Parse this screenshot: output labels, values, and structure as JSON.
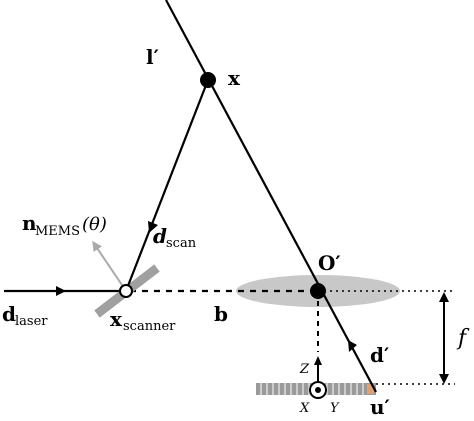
{
  "labels": {
    "l_prime": "l′",
    "x": "x",
    "n_mems_main": "n",
    "n_mems_sub": "MEMS",
    "n_mems_arg": "(θ)",
    "d_scan_main": "d",
    "d_scan_sub": "scan",
    "o_prime": "O′",
    "d_laser_main": "d",
    "d_laser_sub": "laser",
    "x_scanner_main": "x",
    "x_scanner_sub": "scanner",
    "b": "b",
    "f": "f",
    "d_prime": "d′",
    "u_prime": "u′",
    "axis_z": "Z",
    "axis_x": "X",
    "axis_y": "Y"
  },
  "colors": {
    "lens_fill": "#c8c8c8",
    "mirror": "#a0a0a0",
    "normal_arrow": "#a9a9a9",
    "sensor": "#9a9a9a",
    "pixel_highlight": "#e0a070",
    "line": "#000000"
  }
}
